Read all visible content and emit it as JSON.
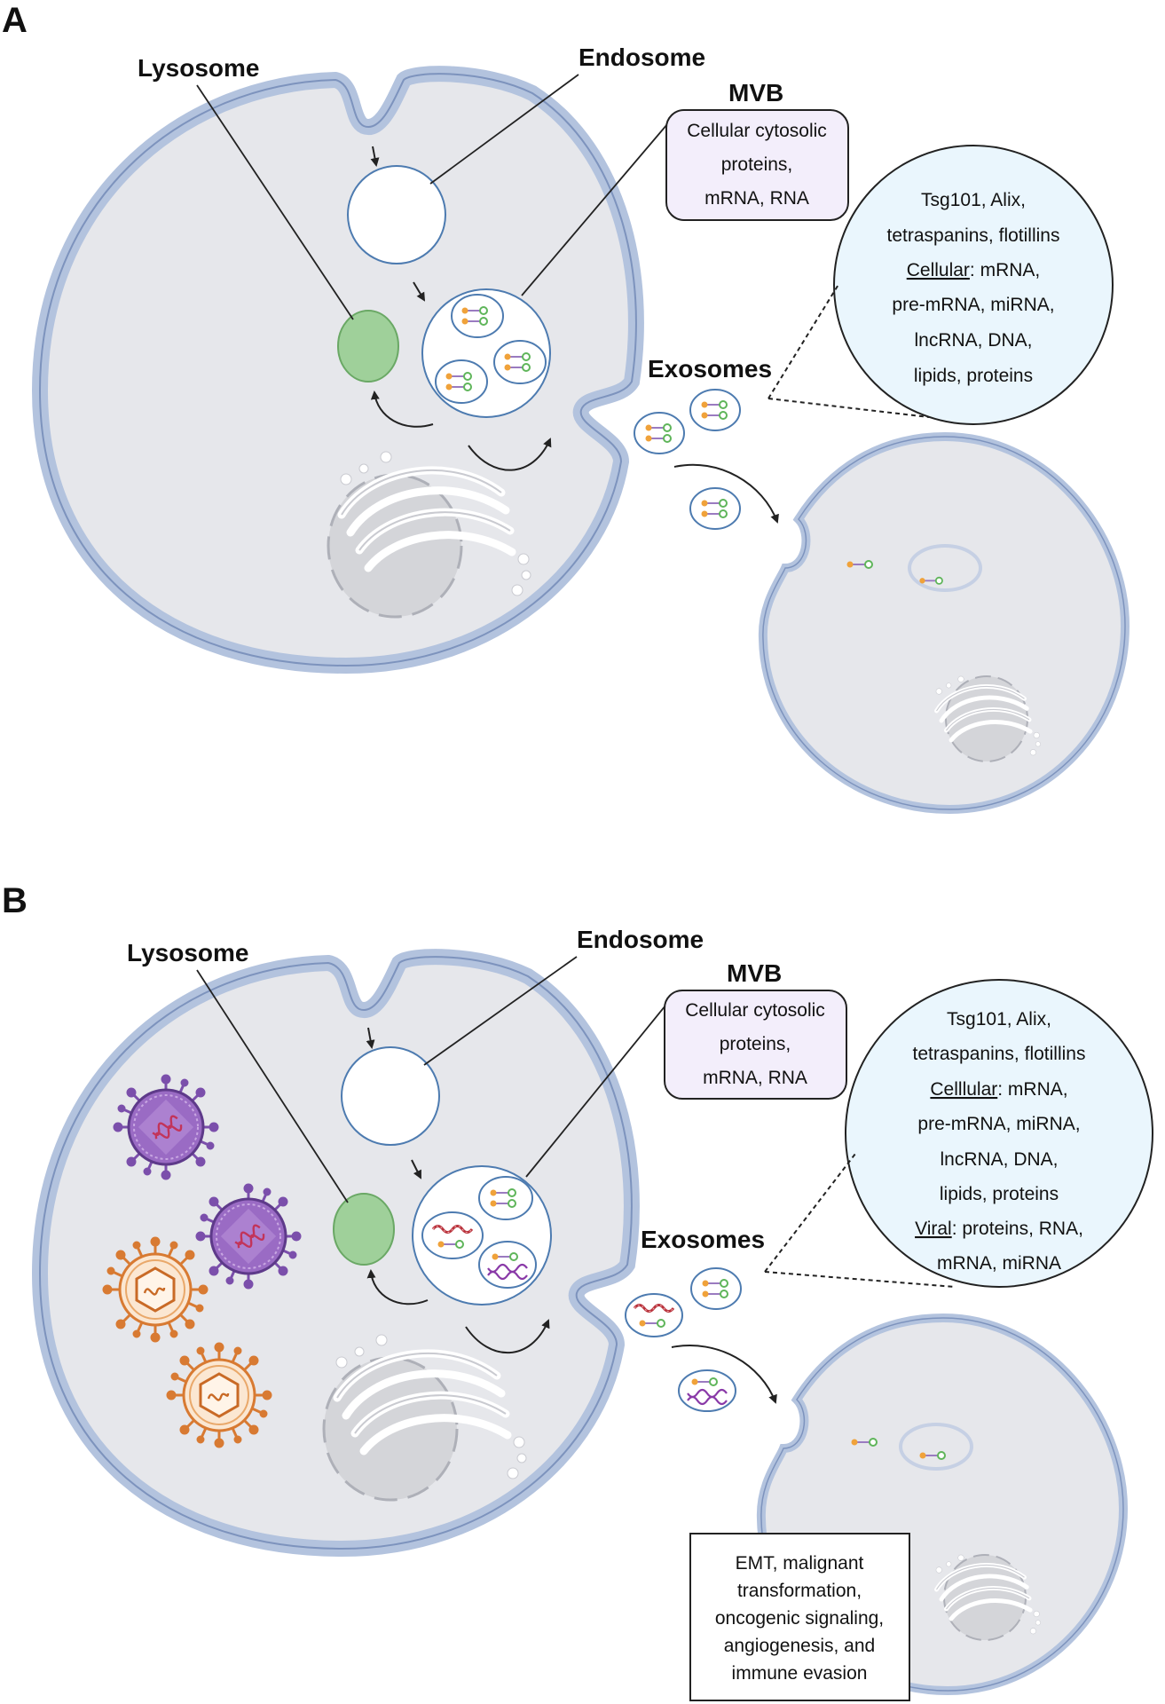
{
  "panel_a": {
    "letter": "A",
    "labels": {
      "lysosome": "Lysosome",
      "endosome": "Endosome",
      "mvb": "MVB",
      "exosomes": "Exosomes"
    },
    "mvb_box": [
      "Cellular cytosolic",
      "proteins,",
      "mRNA, RNA"
    ],
    "cargo": {
      "line1": "Tsg101, Alix,",
      "line2": "tetraspanins, flotillins",
      "line3_underlined": "Cellular",
      "line3_rest": ": mRNA,",
      "line4": "pre-mRNA, miRNA,",
      "line5": "lncRNA, DNA,",
      "line6": "lipids, proteins"
    }
  },
  "panel_b": {
    "letter": "B",
    "labels": {
      "lysosome": "Lysosome",
      "endosome": "Endosome",
      "mvb": "MVB",
      "exosomes": "Exosomes"
    },
    "mvb_box": [
      "Cellular cytosolic",
      "proteins,",
      "mRNA, RNA"
    ],
    "cargo": {
      "line1": "Tsg101, Alix,",
      "line2": "tetraspanins, flotillins",
      "line3_underlined": "Celllular",
      "line3_rest": ": mRNA,",
      "line4": "pre-mRNA, miRNA,",
      "line5": "lncRNA, DNA,",
      "line6": "lipids, proteins",
      "line7_underlined": "Viral",
      "line7_rest": ": proteins, RNA,",
      "line8": "mRNA, miRNA"
    },
    "outcome_box": [
      "EMT, malignant",
      "transformation,",
      "oncogenic signaling,",
      "angiogenesis, and",
      "immune evasion"
    ]
  },
  "colors": {
    "membrane": "#b3c3de",
    "membrane_edge": "#6f86b3",
    "cytoplasm": "#e6e7eb",
    "nucleus": "#d4d5d9",
    "lysosome": "#9fd09a",
    "mvb_box_fill": "#f3eefb",
    "cargo_fill": "#eaf6fd",
    "virus_purple": "#8a5bb5",
    "virus_orange": "#e08a3c",
    "rna_red": "#b8323c"
  }
}
